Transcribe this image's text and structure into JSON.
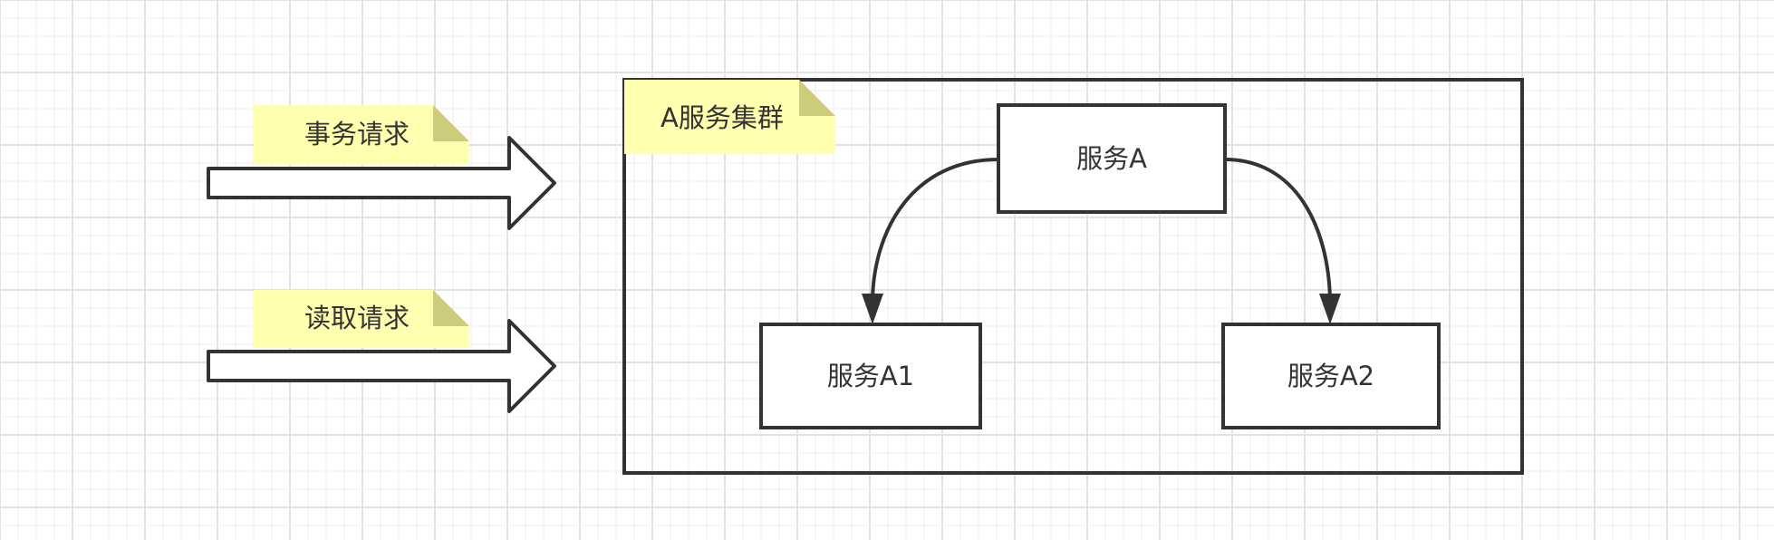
{
  "notes": {
    "transaction_request": "事务请求",
    "read_request": "读取请求",
    "cluster_label": "A服务集群"
  },
  "services": {
    "service_a": "服务A",
    "service_a1": "服务A1",
    "service_a2": "服务A2"
  },
  "colors": {
    "note_fill": "#ffffb0",
    "note_fold": "#cccc7a",
    "stroke": "#333333",
    "grid_minor": "#eeeeee",
    "grid_major": "#e2e2e2"
  }
}
